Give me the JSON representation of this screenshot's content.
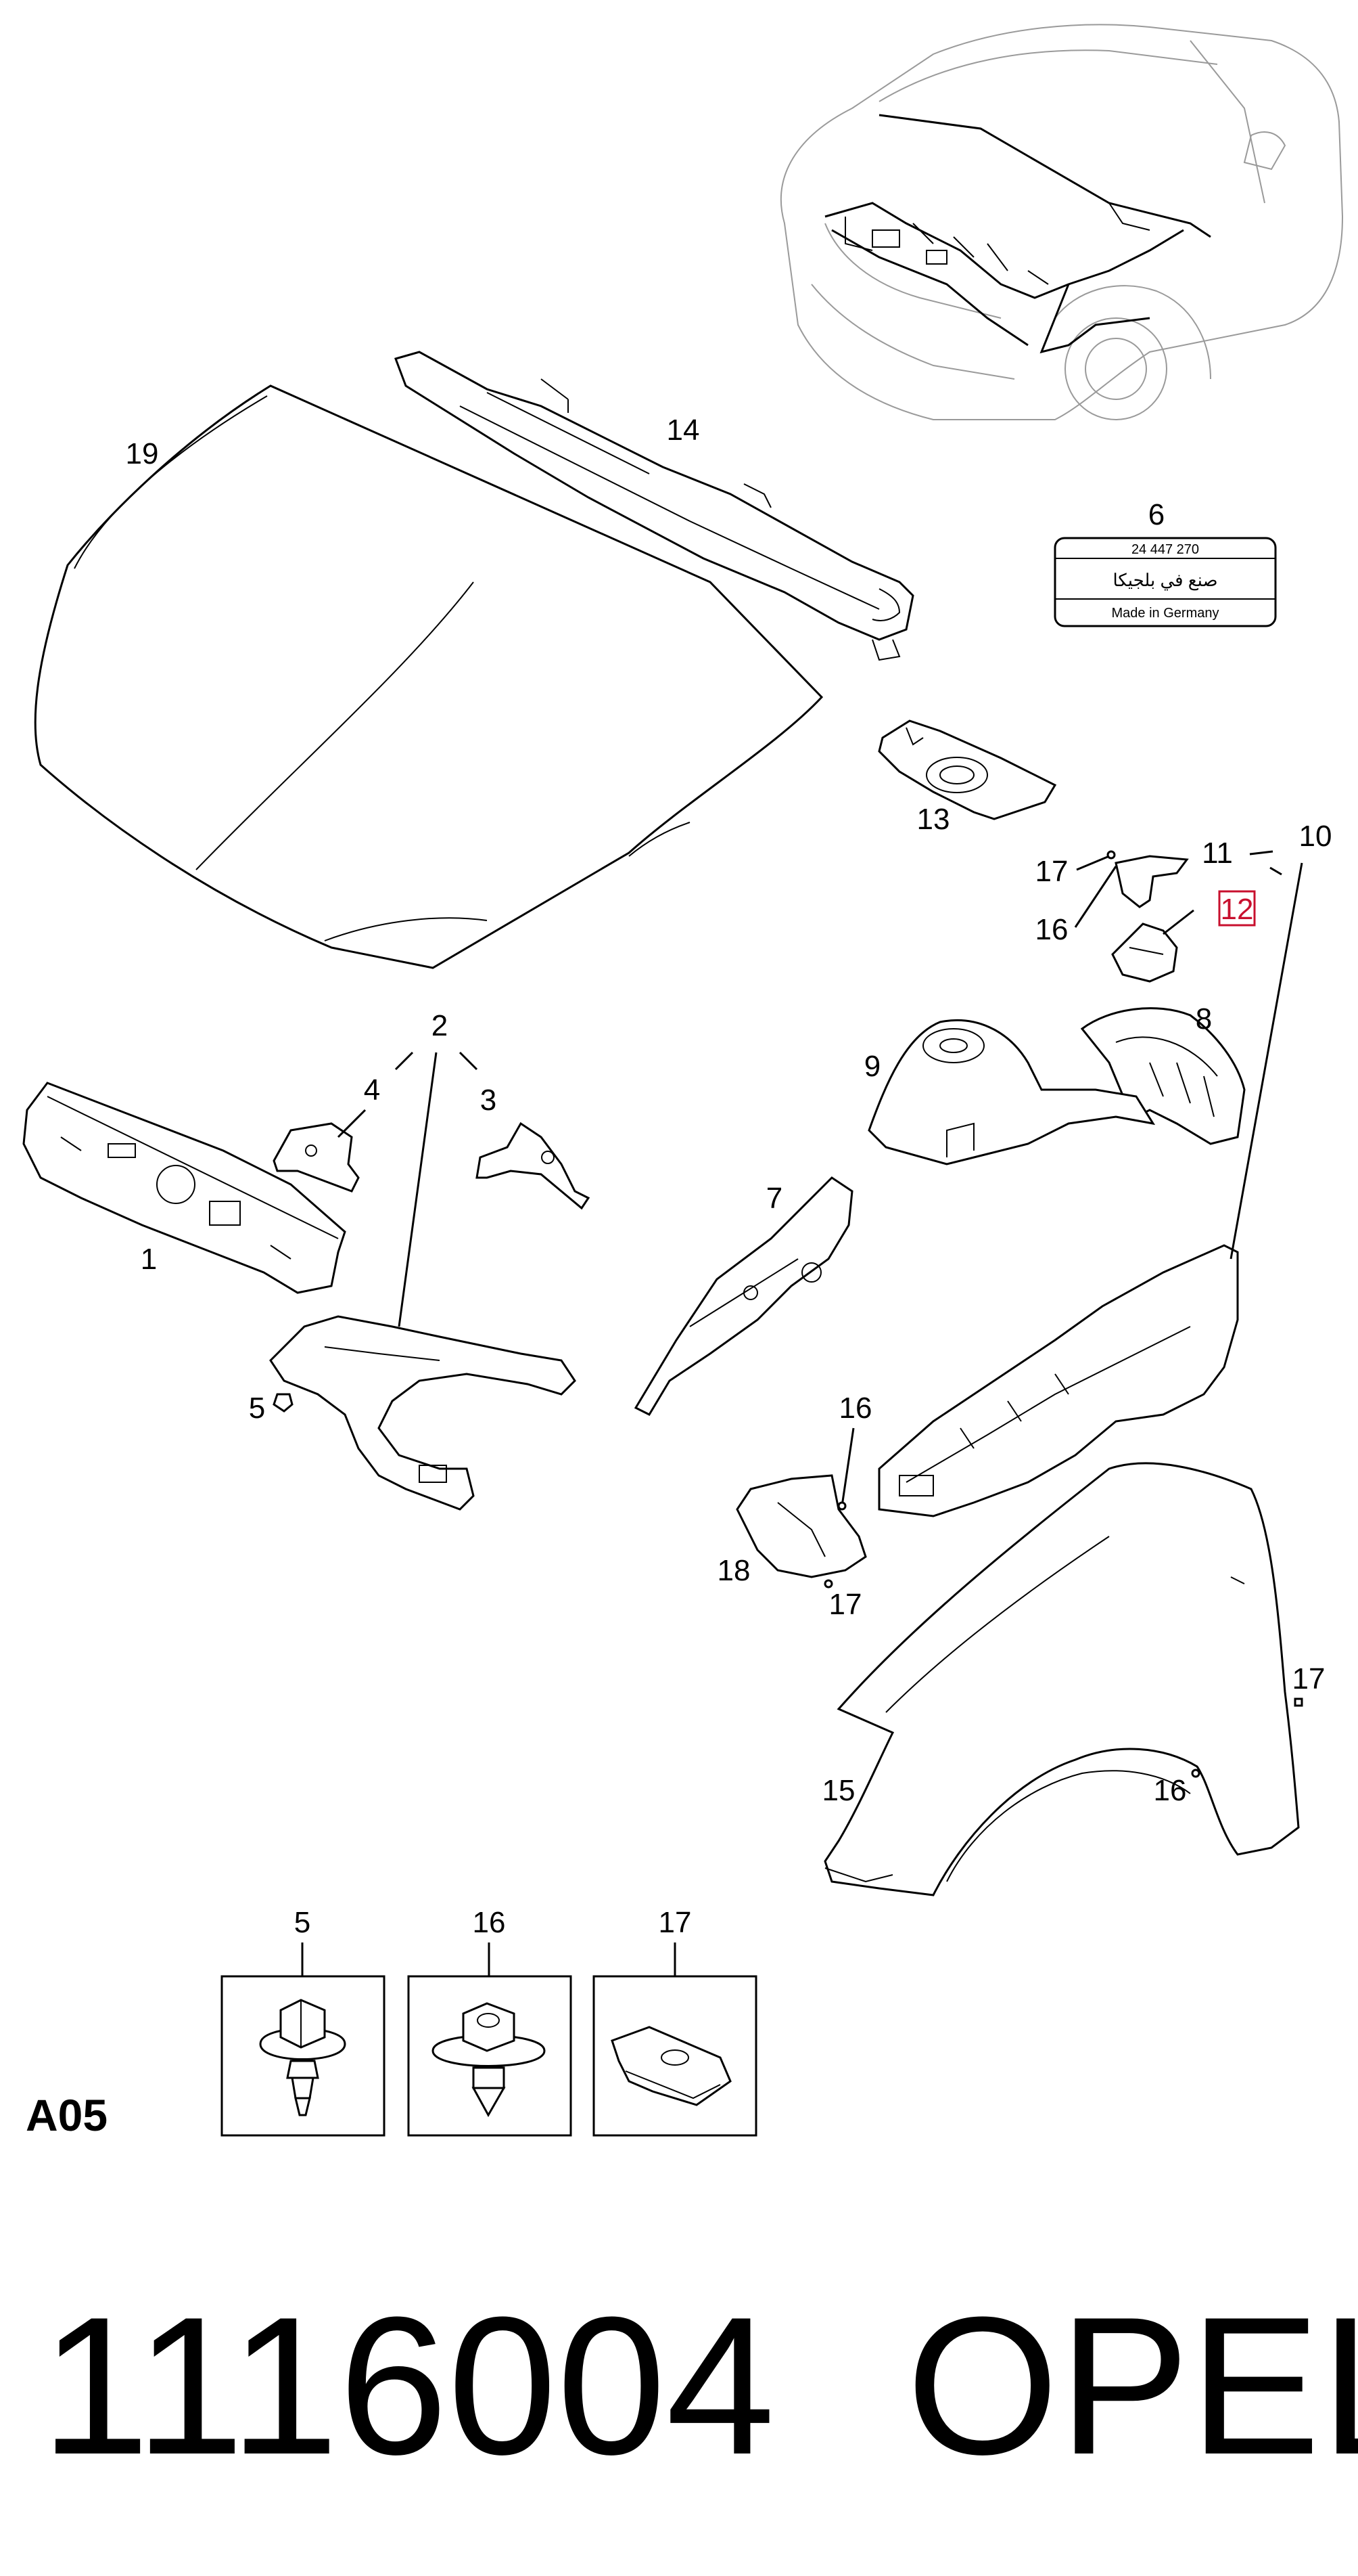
{
  "diagram": {
    "section_code": "A05",
    "part_number": "1116004",
    "brand": "OPEL",
    "label_plate": {
      "callout": "6",
      "number": "24 447 270",
      "arabic": "صنع في بلجيكا",
      "made_in": "Made in Germany"
    },
    "callouts": [
      {
        "id": "c19",
        "text": "19"
      },
      {
        "id": "c14",
        "text": "14"
      },
      {
        "id": "c13",
        "text": "13"
      },
      {
        "id": "c10",
        "text": "10"
      },
      {
        "id": "c11",
        "text": "11"
      },
      {
        "id": "c12",
        "text": "12",
        "highlighted": true
      },
      {
        "id": "c17a",
        "text": "17"
      },
      {
        "id": "c16a",
        "text": "16"
      },
      {
        "id": "c8",
        "text": "8"
      },
      {
        "id": "c9",
        "text": "9"
      },
      {
        "id": "c2",
        "text": "2"
      },
      {
        "id": "c4",
        "text": "4"
      },
      {
        "id": "c3",
        "text": "3"
      },
      {
        "id": "c1",
        "text": "1"
      },
      {
        "id": "c5",
        "text": "5"
      },
      {
        "id": "c7",
        "text": "7"
      },
      {
        "id": "c16b",
        "text": "16"
      },
      {
        "id": "c18",
        "text": "18"
      },
      {
        "id": "c17b",
        "text": "17"
      },
      {
        "id": "c17c",
        "text": "17"
      },
      {
        "id": "c15",
        "text": "15"
      },
      {
        "id": "c16c",
        "text": "16"
      }
    ],
    "fasteners": [
      {
        "callout": "5",
        "icon": "flange-bolt-icon"
      },
      {
        "callout": "16",
        "icon": "self-tapping-screw-icon"
      },
      {
        "callout": "17",
        "icon": "clip-nut-icon"
      }
    ],
    "accent_color": "#c8102e"
  }
}
